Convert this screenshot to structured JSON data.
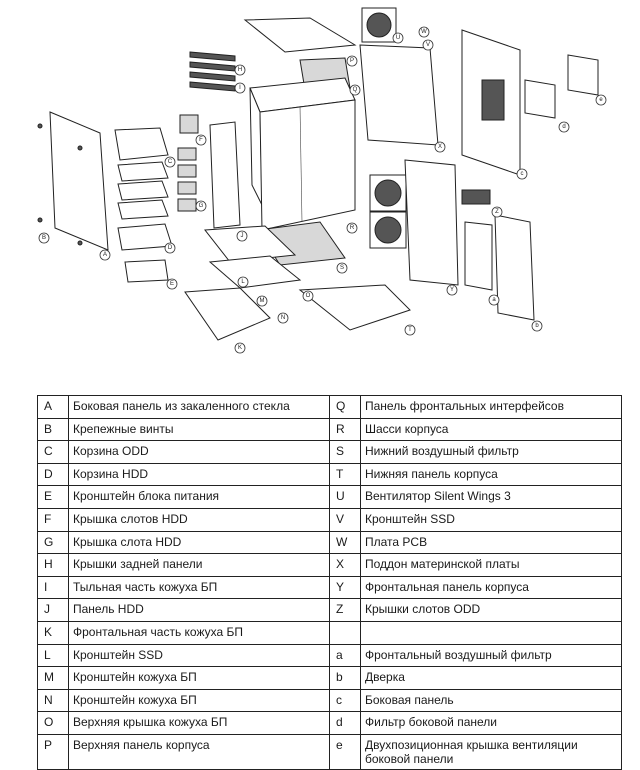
{
  "diagram": {
    "callouts": [
      "A",
      "B",
      "C",
      "D",
      "E",
      "F",
      "G",
      "H",
      "I",
      "J",
      "K",
      "L",
      "M",
      "N",
      "O",
      "P",
      "Q",
      "R",
      "S",
      "T",
      "U",
      "V",
      "W",
      "X",
      "Y",
      "Z",
      "a",
      "b",
      "c",
      "d",
      "e"
    ]
  },
  "parts_table": {
    "rows": [
      {
        "left_code": "A",
        "left_desc": "Боковая панель из закаленного стекла",
        "right_code": "Q",
        "right_desc": "Панель фронтальных интерфейсов"
      },
      {
        "left_code": "B",
        "left_desc": "Крепежные винты",
        "right_code": "R",
        "right_desc": "Шасси корпуса"
      },
      {
        "left_code": "C",
        "left_desc": "Корзина ODD",
        "right_code": "S",
        "right_desc": "Нижний воздушный фильтр"
      },
      {
        "left_code": "D",
        "left_desc": "Корзина HDD",
        "right_code": "T",
        "right_desc": "Нижняя панель корпуса"
      },
      {
        "left_code": "E",
        "left_desc": "Кронштейн блока питания",
        "right_code": "U",
        "right_desc": "Вентилятор Silent Wings 3"
      },
      {
        "left_code": "F",
        "left_desc": "Крышка слотов HDD",
        "right_code": "V",
        "right_desc": "Кронштейн SSD"
      },
      {
        "left_code": "G",
        "left_desc": "Крышка слота HDD",
        "right_code": "W",
        "right_desc": "Плата PCB"
      },
      {
        "left_code": "H",
        "left_desc": "Крышки задней панели",
        "right_code": "X",
        "right_desc": "Поддон материнской платы"
      },
      {
        "left_code": "I",
        "left_desc": "Тыльная часть кожуха БП",
        "right_code": "Y",
        "right_desc": "Фронтальная панель корпуса"
      },
      {
        "left_code": "J",
        "left_desc": "Панель HDD",
        "right_code": "Z",
        "right_desc": "Крышки слотов ODD"
      },
      {
        "left_code": "K",
        "left_desc": "Фронтальная часть кожуха БП",
        "right_code": "",
        "right_desc": ""
      },
      {
        "left_code": "L",
        "left_desc": "Кронштейн SSD",
        "right_code": "a",
        "right_desc": "Фронтальный воздушный фильтр"
      },
      {
        "left_code": "M",
        "left_desc": "Кронштейн кожуха БП",
        "right_code": "b",
        "right_desc": "Дверка"
      },
      {
        "left_code": "N",
        "left_desc": "Кронштейн кожуха БП",
        "right_code": "c",
        "right_desc": "Боковая панель"
      },
      {
        "left_code": "O",
        "left_desc": "Верхняя крышка кожуха БП",
        "right_code": "d",
        "right_desc": "Фильтр боковой панели"
      },
      {
        "left_code": "P",
        "left_desc": "Верхняя панель корпуса",
        "right_code": "e",
        "right_desc": "Двухпозиционная крышка вентиляции боковой панели"
      }
    ]
  }
}
